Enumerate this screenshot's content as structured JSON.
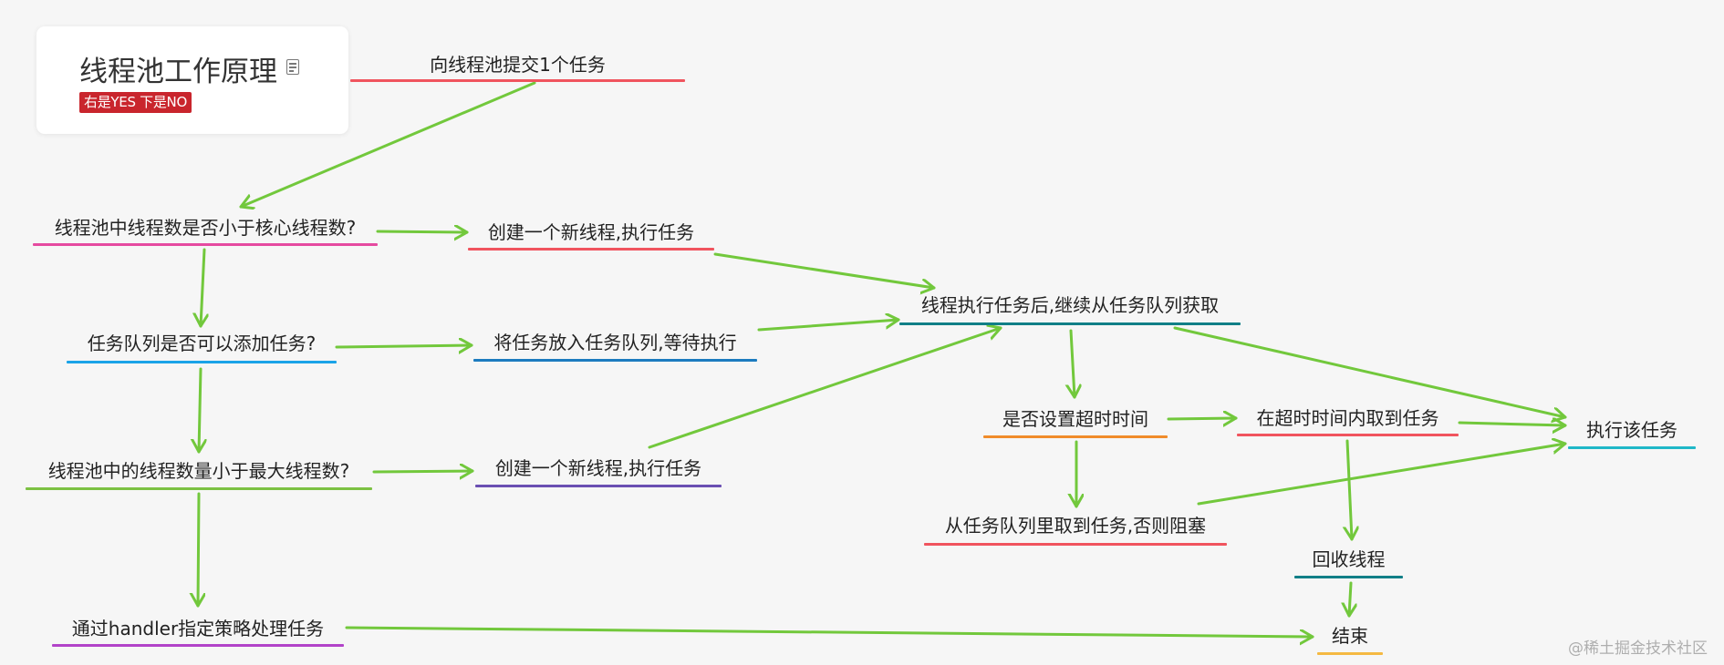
{
  "title_card": {
    "title": "线程池工作原理",
    "tag": "右是YES 下是NO"
  },
  "nodes": {
    "submit": "向线程池提交1个任务",
    "core_check": "线程池中线程数是否小于核心线程数?",
    "create_new_1": "创建一个新线程,执行任务",
    "queue_check": "任务队列是否可以添加任务?",
    "put_queue": "将任务放入任务队列,等待执行",
    "max_check": "线程池中的线程数量小于最大线程数?",
    "create_new_2": "创建一个新线程,执行任务",
    "handler": "通过handler指定策略处理任务",
    "after_exec": "线程执行任务后,继续从任务队列获取",
    "timeout_check": "是否设置超时时间",
    "fetch_in_timeout": "在超时时间内取到任务",
    "exec_task": "执行该任务",
    "fetch_block": "从任务队列里取到任务,否则阻塞",
    "recycle": "回收线程",
    "end": "结束"
  },
  "colors": {
    "arrow": "#72c83c",
    "submit": "#f0545e",
    "core_check": "#e54aa0",
    "create_new_1": "#f0545e",
    "queue_check": "#1aa3e8",
    "put_queue": "#1c7bbf",
    "max_check": "#7cc143",
    "create_new_2": "#6a4fb3",
    "handler": "#b243c9",
    "after_exec": "#117f87",
    "timeout_check": "#f08c2a",
    "fetch_in_timeout": "#f0545e",
    "exec_task": "#1fb8c8",
    "fetch_block": "#f0545e",
    "recycle": "#117f87",
    "end": "#f5b942"
  },
  "watermark": "@稀土掘金技术社区"
}
